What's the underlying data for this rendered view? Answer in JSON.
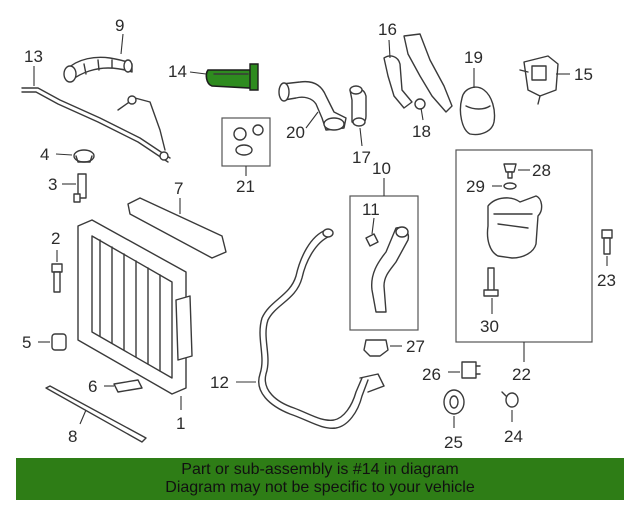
{
  "callouts": {
    "c1": "1",
    "c2": "2",
    "c3": "3",
    "c4": "4",
    "c5": "5",
    "c6": "6",
    "c7": "7",
    "c8": "8",
    "c9": "9",
    "c10": "10",
    "c11": "11",
    "c12": "12",
    "c13": "13",
    "c14": "14",
    "c15": "15",
    "c16": "16",
    "c17": "17",
    "c18": "18",
    "c19": "19",
    "c20": "20",
    "c21": "21",
    "c22": "22",
    "c23": "23",
    "c24": "24",
    "c25": "25",
    "c26": "26",
    "c27": "27",
    "c28": "28",
    "c29": "29",
    "c30": "30"
  },
  "highlight": {
    "part_number": "14",
    "color": "#2e8b1f"
  },
  "footer": {
    "line1": "Part or sub-assembly is #14 in diagram",
    "line2": "Diagram may not be specific to your vehicle",
    "background": "#2e7d16"
  }
}
